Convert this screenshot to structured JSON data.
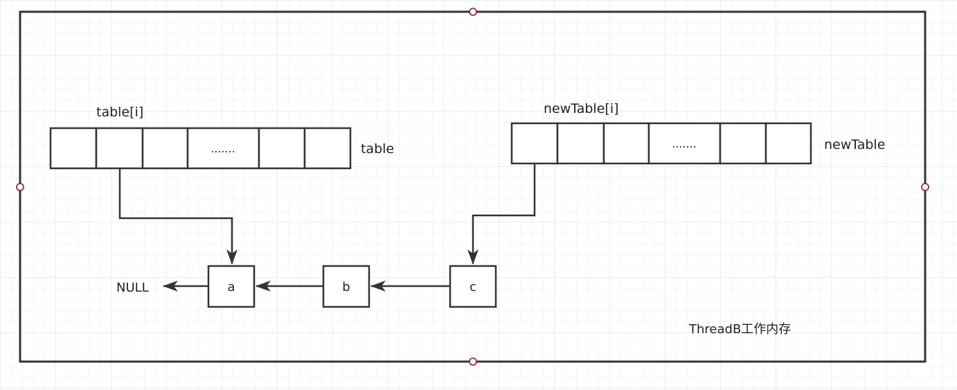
{
  "table": {
    "title": "table[i]",
    "name": "table",
    "cells": [
      "",
      "",
      "",
      ".......",
      "",
      ""
    ]
  },
  "newTable": {
    "title": "newTable[i]",
    "name": "newTable",
    "cells": [
      "",
      "",
      "",
      ".......",
      "",
      ""
    ]
  },
  "nodes": {
    "a": "a",
    "b": "b",
    "c": "c",
    "null": "NULL"
  },
  "caption": "ThreadB工作内存",
  "colors": {
    "stroke": "#333333",
    "handle": "#8b1a1a",
    "grid": "#ececec",
    "background": "#ffffff"
  }
}
